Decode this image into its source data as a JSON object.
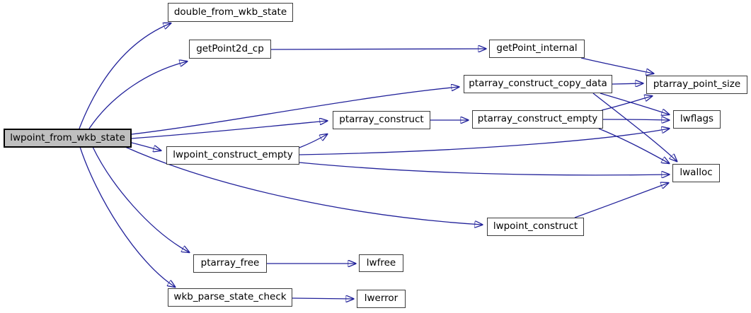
{
  "diagram": {
    "type": "doxygen-call-graph",
    "root_function": "lwpoint_from_wkb_state",
    "colors": {
      "background": "#ffffff",
      "edge": "#22229a",
      "node_border": "#3c3c3c",
      "node_fill": "#ffffff",
      "node_text": "#000000",
      "root_fill": "#bfbfbf",
      "root_border": "#000000"
    },
    "nodes": [
      {
        "id": "lwpoint_from_wkb_state",
        "label": "lwpoint_from_wkb_state",
        "is_root": true
      },
      {
        "id": "double_from_wkb_state",
        "label": "double_from_wkb_state",
        "is_root": false
      },
      {
        "id": "getPoint2d_cp",
        "label": "getPoint2d_cp",
        "is_root": false
      },
      {
        "id": "getPoint_internal",
        "label": "getPoint_internal",
        "is_root": false
      },
      {
        "id": "ptarray_construct_copy_data",
        "label": "ptarray_construct_copy_data",
        "is_root": false
      },
      {
        "id": "ptarray_point_size",
        "label": "ptarray_point_size",
        "is_root": false
      },
      {
        "id": "ptarray_construct",
        "label": "ptarray_construct",
        "is_root": false
      },
      {
        "id": "ptarray_construct_empty",
        "label": "ptarray_construct_empty",
        "is_root": false
      },
      {
        "id": "lwflags",
        "label": "lwflags",
        "is_root": false
      },
      {
        "id": "lwpoint_construct_empty",
        "label": "lwpoint_construct_empty",
        "is_root": false
      },
      {
        "id": "lwalloc",
        "label": "lwalloc",
        "is_root": false
      },
      {
        "id": "lwpoint_construct",
        "label": "lwpoint_construct",
        "is_root": false
      },
      {
        "id": "ptarray_free",
        "label": "ptarray_free",
        "is_root": false
      },
      {
        "id": "lwfree",
        "label": "lwfree",
        "is_root": false
      },
      {
        "id": "wkb_parse_state_check",
        "label": "wkb_parse_state_check",
        "is_root": false
      },
      {
        "id": "lwerror",
        "label": "lwerror",
        "is_root": false
      }
    ],
    "edges": [
      {
        "from": "lwpoint_from_wkb_state",
        "to": "double_from_wkb_state"
      },
      {
        "from": "lwpoint_from_wkb_state",
        "to": "getPoint2d_cp"
      },
      {
        "from": "lwpoint_from_wkb_state",
        "to": "ptarray_construct_copy_data"
      },
      {
        "from": "lwpoint_from_wkb_state",
        "to": "ptarray_construct"
      },
      {
        "from": "lwpoint_from_wkb_state",
        "to": "lwpoint_construct_empty"
      },
      {
        "from": "lwpoint_from_wkb_state",
        "to": "lwpoint_construct"
      },
      {
        "from": "lwpoint_from_wkb_state",
        "to": "ptarray_free"
      },
      {
        "from": "lwpoint_from_wkb_state",
        "to": "wkb_parse_state_check"
      },
      {
        "from": "getPoint2d_cp",
        "to": "getPoint_internal"
      },
      {
        "from": "getPoint_internal",
        "to": "ptarray_point_size"
      },
      {
        "from": "ptarray_construct_copy_data",
        "to": "ptarray_point_size"
      },
      {
        "from": "ptarray_construct_copy_data",
        "to": "lwflags"
      },
      {
        "from": "ptarray_construct_copy_data",
        "to": "lwalloc"
      },
      {
        "from": "ptarray_construct",
        "to": "ptarray_construct_empty"
      },
      {
        "from": "ptarray_construct_empty",
        "to": "ptarray_point_size"
      },
      {
        "from": "ptarray_construct_empty",
        "to": "lwflags"
      },
      {
        "from": "ptarray_construct_empty",
        "to": "lwalloc"
      },
      {
        "from": "lwpoint_construct_empty",
        "to": "ptarray_construct"
      },
      {
        "from": "lwpoint_construct_empty",
        "to": "lwflags"
      },
      {
        "from": "lwpoint_construct_empty",
        "to": "lwalloc"
      },
      {
        "from": "lwpoint_construct",
        "to": "lwalloc"
      },
      {
        "from": "ptarray_free",
        "to": "lwfree"
      },
      {
        "from": "wkb_parse_state_check",
        "to": "lwerror"
      }
    ]
  }
}
